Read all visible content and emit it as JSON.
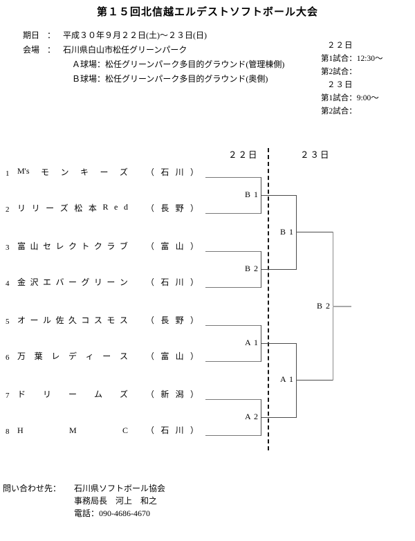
{
  "title": "第１５回北信越エルデストソフトボール大会",
  "info": {
    "date_label": "期日",
    "date_sep": "：",
    "date_value": "平成３０年９月２２日(土)～２３日(日)",
    "venue_label": "会場",
    "venue_sep": "：",
    "venue_value": "石川県白山市松任グリーンパーク",
    "venue_a": "Ａ球場：松任グリーンパーク多目的グラウンド(管理棟側)",
    "venue_b": "Ｂ球場：松任グリーンパーク多目的グラウンド(奥側)"
  },
  "schedule": {
    "lines": [
      "２２日",
      "第1試合：12:30～",
      "第2試合：",
      "２３日",
      "第1試合：9:00～",
      "第2試合："
    ]
  },
  "bracket": {
    "day_left": "２２日",
    "day_right": "２３日",
    "teams": [
      {
        "seed": "1",
        "units": [
          "M's",
          "モ",
          "ン",
          "キ",
          "ー",
          "ズ"
        ],
        "pref": [
          "（",
          "石",
          "川",
          "）"
        ]
      },
      {
        "seed": "2",
        "units": [
          "リ",
          "リ",
          "ー",
          "ズ",
          "松",
          "本",
          "R",
          "e",
          "d"
        ],
        "pref": [
          "（",
          "長",
          "野",
          "）"
        ]
      },
      {
        "seed": "3",
        "units": [
          "富",
          "山",
          "セ",
          "レ",
          "ク",
          "ト",
          "ク",
          "ラ",
          "ブ"
        ],
        "pref": [
          "（",
          "富",
          "山",
          "）"
        ]
      },
      {
        "seed": "4",
        "units": [
          "金",
          "沢",
          "エ",
          "バ",
          "ー",
          "グ",
          "リ",
          "ー",
          "ン"
        ],
        "pref": [
          "（",
          "石",
          "川",
          "）"
        ]
      },
      {
        "seed": "5",
        "units": [
          "オ",
          "ー",
          "ル",
          "佐",
          "久",
          "コ",
          "ス",
          "モ",
          "ス"
        ],
        "pref": [
          "（",
          "長",
          "野",
          "）"
        ]
      },
      {
        "seed": "6",
        "units": [
          "万",
          "葉",
          "レ",
          "デ",
          "ィ",
          "ー",
          "ス"
        ],
        "pref": [
          "（",
          "富",
          "山",
          "）"
        ]
      },
      {
        "seed": "7",
        "units": [
          "ド",
          "リ",
          "ー",
          "ム",
          "ズ"
        ],
        "pref": [
          "（",
          "新",
          "潟",
          "）"
        ]
      },
      {
        "seed": "8",
        "units": [
          "H",
          "M",
          "C"
        ],
        "pref": [
          "（",
          "石",
          "川",
          "）"
        ]
      }
    ],
    "r1_labels": [
      "B 1",
      "B 2",
      "A 1",
      "A 2"
    ],
    "semi_labels": [
      "B 1",
      "A 1"
    ],
    "final_label": "B 2"
  },
  "footer": {
    "label": "問い合わせ先：",
    "lines": [
      "石川県ソフトボール協会",
      "事務局長　河上　和之",
      "電話：090-4686-4670"
    ]
  }
}
